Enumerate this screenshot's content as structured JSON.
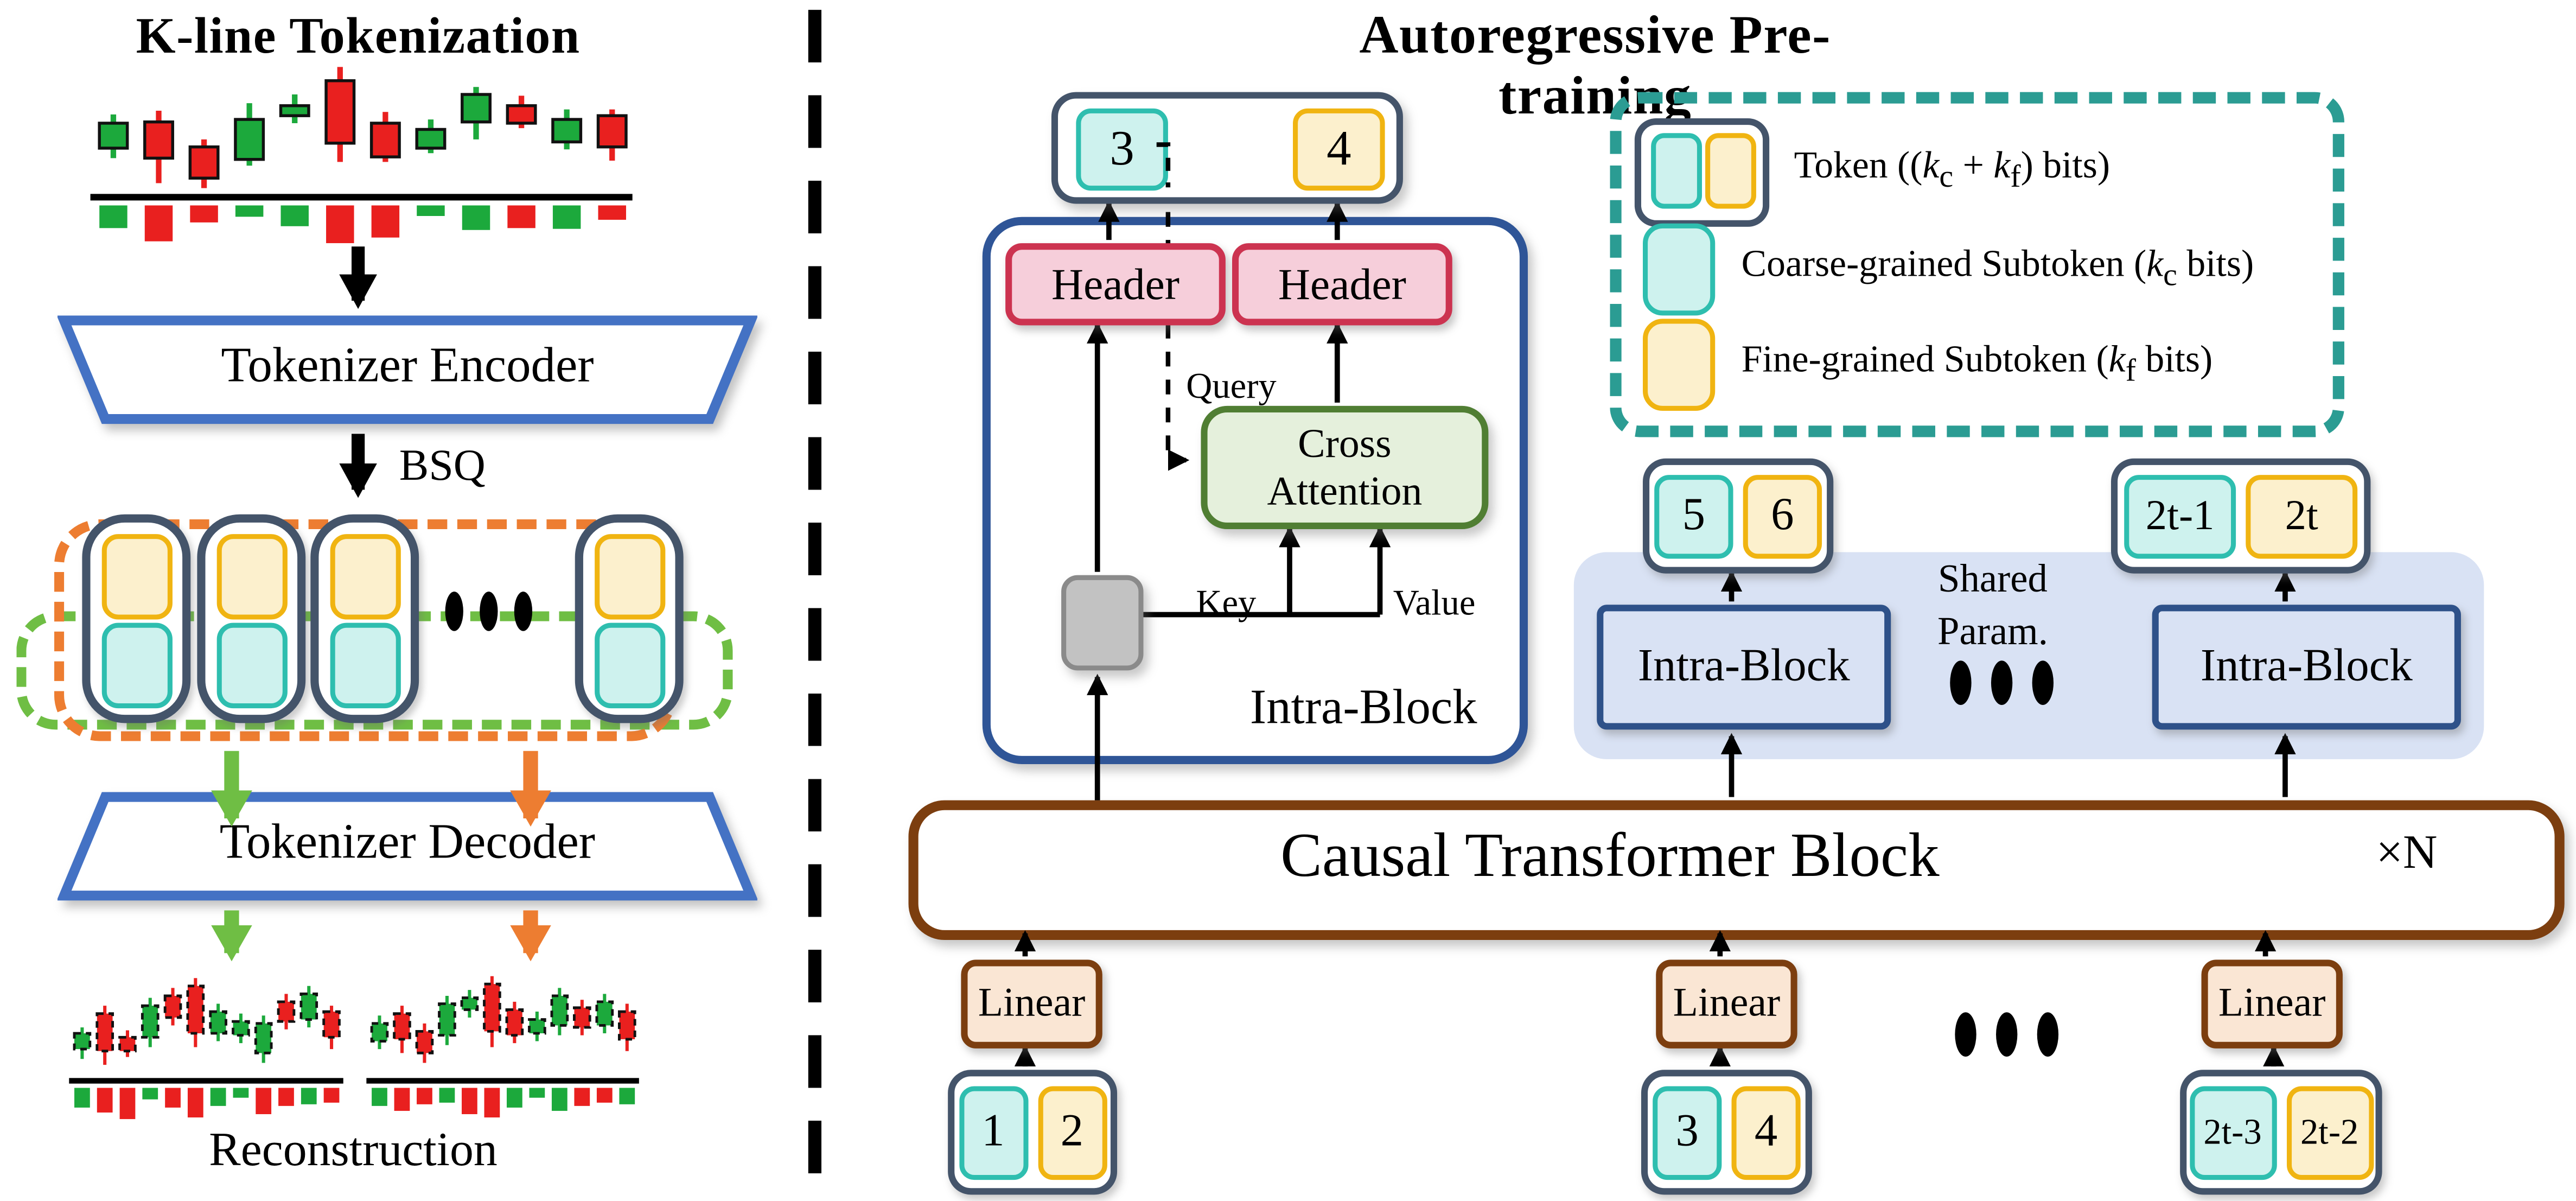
{
  "left_panel": {
    "title": "K-line Tokenization",
    "encoder_label": "Tokenizer Encoder",
    "bsq_label": "BSQ",
    "decoder_label": "Tokenizer Decoder",
    "reconstruction_label": "Reconstruction",
    "kline_chart": {
      "type": "candlestick",
      "candles": [
        {
          "t": "g",
          "w1": 39,
          "bt": 46,
          "bb": 66,
          "w2": 74,
          "v": {
            "c": "g",
            "h": 60
          }
        },
        {
          "t": "r",
          "w1": 36,
          "bt": 45,
          "bb": 74,
          "w2": 94,
          "v": {
            "c": "r",
            "h": 95
          }
        },
        {
          "t": "r",
          "w1": 59,
          "bt": 65,
          "bb": 90,
          "w2": 98,
          "v": {
            "c": "r",
            "h": 45
          }
        },
        {
          "t": "g",
          "w1": 30,
          "bt": 43,
          "bb": 75,
          "w2": 80,
          "v": {
            "c": "g",
            "h": 30
          }
        },
        {
          "t": "g",
          "w1": 23,
          "bt": 32,
          "bb": 40,
          "w2": 46,
          "v": {
            "c": "g",
            "h": 55
          }
        },
        {
          "t": "r",
          "w1": 1,
          "bt": 12,
          "bb": 62,
          "w2": 77,
          "v": {
            "c": "r",
            "h": 100
          }
        },
        {
          "t": "r",
          "w1": 37,
          "bt": 46,
          "bb": 73,
          "w2": 77,
          "v": {
            "c": "r",
            "h": 85
          }
        },
        {
          "t": "g",
          "w1": 43,
          "bt": 51,
          "bb": 66,
          "w2": 70,
          "v": {
            "c": "g",
            "h": 28
          }
        },
        {
          "t": "g",
          "w1": 17,
          "bt": 23,
          "bb": 45,
          "w2": 59,
          "v": {
            "c": "g",
            "h": 65
          }
        },
        {
          "t": "r",
          "w1": 24,
          "bt": 32,
          "bb": 46,
          "w2": 50,
          "v": {
            "c": "r",
            "h": 60
          }
        },
        {
          "t": "g",
          "w1": 35,
          "bt": 43,
          "bb": 61,
          "w2": 67,
          "v": {
            "c": "g",
            "h": 62
          }
        },
        {
          "t": "r",
          "w1": 35,
          "bt": 40,
          "bb": 65,
          "w2": 76,
          "v": {
            "c": "r",
            "h": 38
          }
        }
      ]
    },
    "recon_chart_left": {
      "type": "candlestick",
      "candles": [
        {
          "t": "g",
          "w1": 52,
          "bt": 58,
          "bb": 74,
          "w2": 84,
          "v": {
            "c": "g",
            "h": 60
          }
        },
        {
          "t": "r",
          "w1": 30,
          "bt": 38,
          "bb": 76,
          "w2": 90,
          "v": {
            "c": "r",
            "h": 75
          }
        },
        {
          "t": "r",
          "w1": 55,
          "bt": 62,
          "bb": 76,
          "w2": 82,
          "v": {
            "c": "r",
            "h": 95
          }
        },
        {
          "t": "g",
          "w1": 22,
          "bt": 30,
          "bb": 62,
          "w2": 72,
          "v": {
            "c": "g",
            "h": 35
          }
        },
        {
          "t": "r",
          "w1": 12,
          "bt": 20,
          "bb": 42,
          "w2": 50,
          "v": {
            "c": "r",
            "h": 60
          }
        },
        {
          "t": "r",
          "w1": 2,
          "bt": 10,
          "bb": 58,
          "w2": 72,
          "v": {
            "c": "r",
            "h": 90
          }
        },
        {
          "t": "g",
          "w1": 28,
          "bt": 36,
          "bb": 58,
          "w2": 66,
          "v": {
            "c": "g",
            "h": 55
          }
        },
        {
          "t": "g",
          "w1": 38,
          "bt": 46,
          "bb": 60,
          "w2": 68,
          "v": {
            "c": "g",
            "h": 30
          }
        },
        {
          "t": "g",
          "w1": 40,
          "bt": 48,
          "bb": 78,
          "w2": 88,
          "v": {
            "c": "r",
            "h": 80
          }
        },
        {
          "t": "r",
          "w1": 18,
          "bt": 26,
          "bb": 46,
          "w2": 54,
          "v": {
            "c": "r",
            "h": 55
          }
        },
        {
          "t": "g",
          "w1": 10,
          "bt": 18,
          "bb": 44,
          "w2": 52,
          "v": {
            "c": "g",
            "h": 50
          }
        },
        {
          "t": "r",
          "w1": 30,
          "bt": 36,
          "bb": 62,
          "w2": 74,
          "v": {
            "c": "r",
            "h": 45
          }
        }
      ]
    },
    "recon_chart_right": {
      "type": "candlestick",
      "candles": [
        {
          "t": "g",
          "w1": 40,
          "bt": 48,
          "bb": 66,
          "w2": 74,
          "v": {
            "c": "g",
            "h": 55
          }
        },
        {
          "t": "r",
          "w1": 30,
          "bt": 38,
          "bb": 64,
          "w2": 78,
          "v": {
            "c": "r",
            "h": 70
          }
        },
        {
          "t": "r",
          "w1": 48,
          "bt": 56,
          "bb": 78,
          "w2": 88,
          "v": {
            "c": "r",
            "h": 50
          }
        },
        {
          "t": "g",
          "w1": 20,
          "bt": 28,
          "bb": 60,
          "w2": 70,
          "v": {
            "c": "g",
            "h": 45
          }
        },
        {
          "t": "g",
          "w1": 14,
          "bt": 22,
          "bb": 34,
          "w2": 42,
          "v": {
            "c": "r",
            "h": 80
          }
        },
        {
          "t": "r",
          "w1": 0,
          "bt": 8,
          "bb": 56,
          "w2": 72,
          "v": {
            "c": "r",
            "h": 90
          }
        },
        {
          "t": "r",
          "w1": 26,
          "bt": 34,
          "bb": 60,
          "w2": 68,
          "v": {
            "c": "g",
            "h": 60
          }
        },
        {
          "t": "g",
          "w1": 36,
          "bt": 44,
          "bb": 58,
          "w2": 66,
          "v": {
            "c": "g",
            "h": 30
          }
        },
        {
          "t": "g",
          "w1": 12,
          "bt": 20,
          "bb": 50,
          "w2": 60,
          "v": {
            "c": "g",
            "h": 70
          }
        },
        {
          "t": "r",
          "w1": 24,
          "bt": 32,
          "bb": 52,
          "w2": 60,
          "v": {
            "c": "r",
            "h": 55
          }
        },
        {
          "t": "g",
          "w1": 18,
          "bt": 26,
          "bb": 50,
          "w2": 58,
          "v": {
            "c": "r",
            "h": 45
          }
        },
        {
          "t": "r",
          "w1": 28,
          "bt": 36,
          "bb": 64,
          "w2": 76,
          "v": {
            "c": "g",
            "h": 50
          }
        }
      ]
    }
  },
  "right_panel": {
    "title": "Autoregressive Pre-training",
    "output_token_pair": {
      "coarse": "3",
      "fine": "4"
    },
    "intra_block_detail": {
      "header_label": "Header",
      "cross_line1": "Cross",
      "cross_line2": "Attention",
      "query_label": "Query",
      "key_label": "Key",
      "value_label": "Value",
      "intra_block_label": "Intra-Block"
    },
    "legend": {
      "token_label_rich": "Token ((<i>k</i><sub>c</sub> + <i>k</i><sub>f</sub>) bits)",
      "coarse_label_rich": "Coarse-grained Subtoken (<i>k</i><sub>c</sub> bits)",
      "fine_label_rich": "Fine-grained Subtoken (<i>k</i><sub>f</sub> bits)"
    },
    "sequence": {
      "token_56": {
        "coarse": "5",
        "fine": "6"
      },
      "token_2t": {
        "coarse": "2t-1",
        "fine": "2t"
      },
      "intra_block_left": "Intra-Block",
      "intra_block_right": "Intra-Block",
      "shared_param_line1": "Shared",
      "shared_param_line2": "Param."
    },
    "causal_block": {
      "label": "Causal Transformer Block",
      "repeat": "×N"
    },
    "linear_label": "Linear",
    "input_tokens": [
      {
        "coarse": "1",
        "fine": "2"
      },
      {
        "coarse": "3",
        "fine": "4"
      },
      {
        "coarse": "2t-3",
        "fine": "2t-2"
      }
    ]
  },
  "colors": {
    "navy_outline": "#44546A",
    "coarse_fill": "#CEF2EE",
    "coarse_border": "#2EBEAF",
    "fine_fill": "#FCF0CD",
    "fine_border": "#F0B411",
    "header_fill": "#F6CEDA",
    "header_border": "#CC3350",
    "cross_fill": "#E5F0DC",
    "cross_border": "#507E33",
    "gray_fill": "#C2C2C2",
    "gray_border": "#8A8A8A",
    "intra_container_border": "#2F5597",
    "shared_fill": "#D9E2F4",
    "intra_box_border": "#2E5189",
    "causal_border": "#7C3E0F",
    "linear_fill": "#FAE6D4",
    "encoder_border": "#4472C4",
    "orange_accent": "#ED7D31",
    "green_accent": "#6FBE44",
    "teal_dash": "#2B9C93",
    "candle_green": "#1CA93C",
    "candle_red": "#E9201F"
  }
}
